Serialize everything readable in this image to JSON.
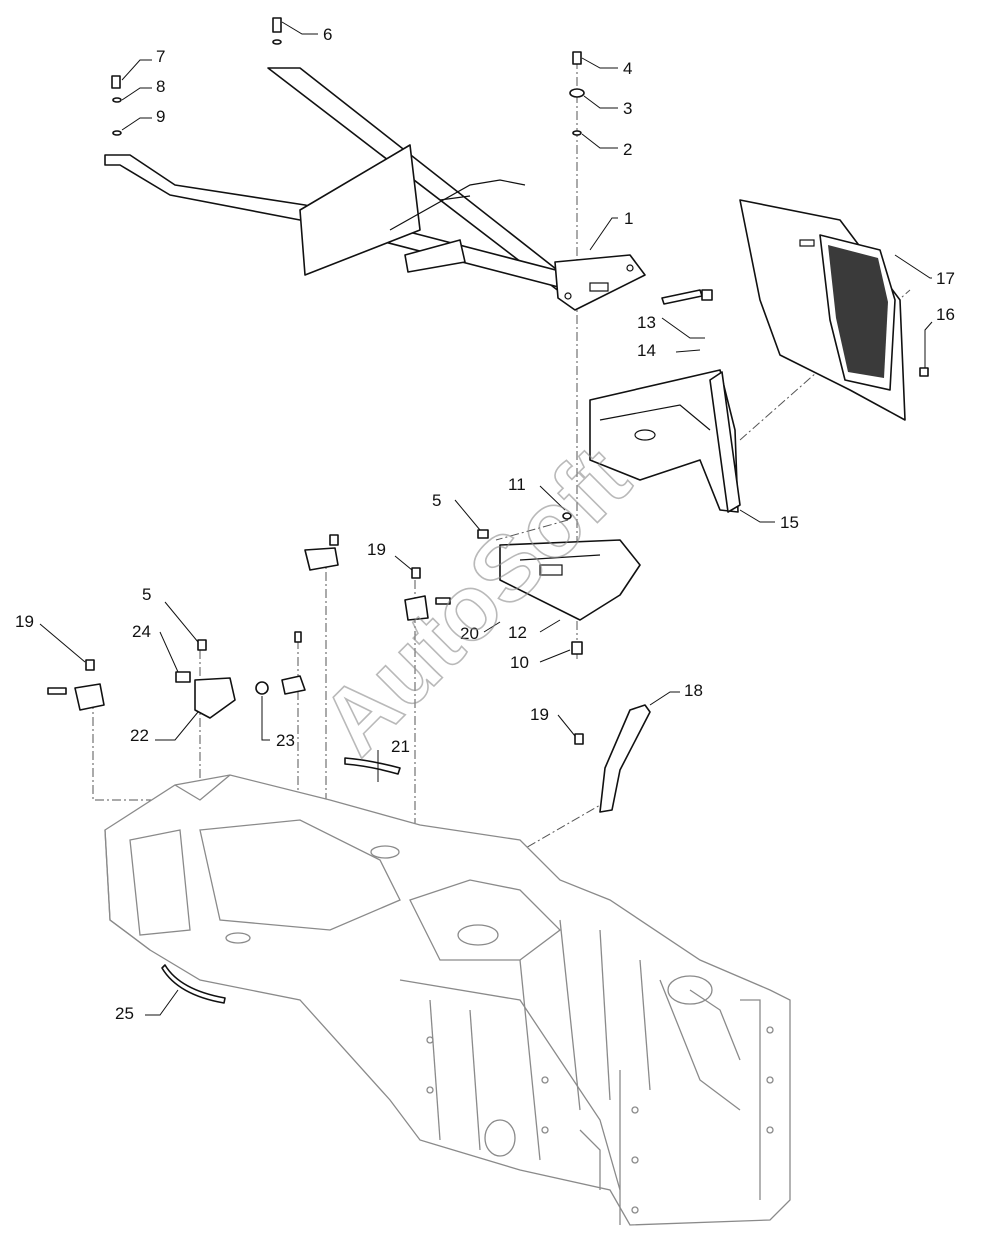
{
  "watermark": "AutoSoft",
  "callouts": [
    "1",
    "2",
    "3",
    "4",
    "5",
    "5",
    "6",
    "7",
    "8",
    "9",
    "10",
    "11",
    "12",
    "13",
    "14",
    "15",
    "16",
    "17",
    "18",
    "19",
    "19",
    "19",
    "20",
    "21",
    "22",
    "23",
    "24",
    "25"
  ]
}
